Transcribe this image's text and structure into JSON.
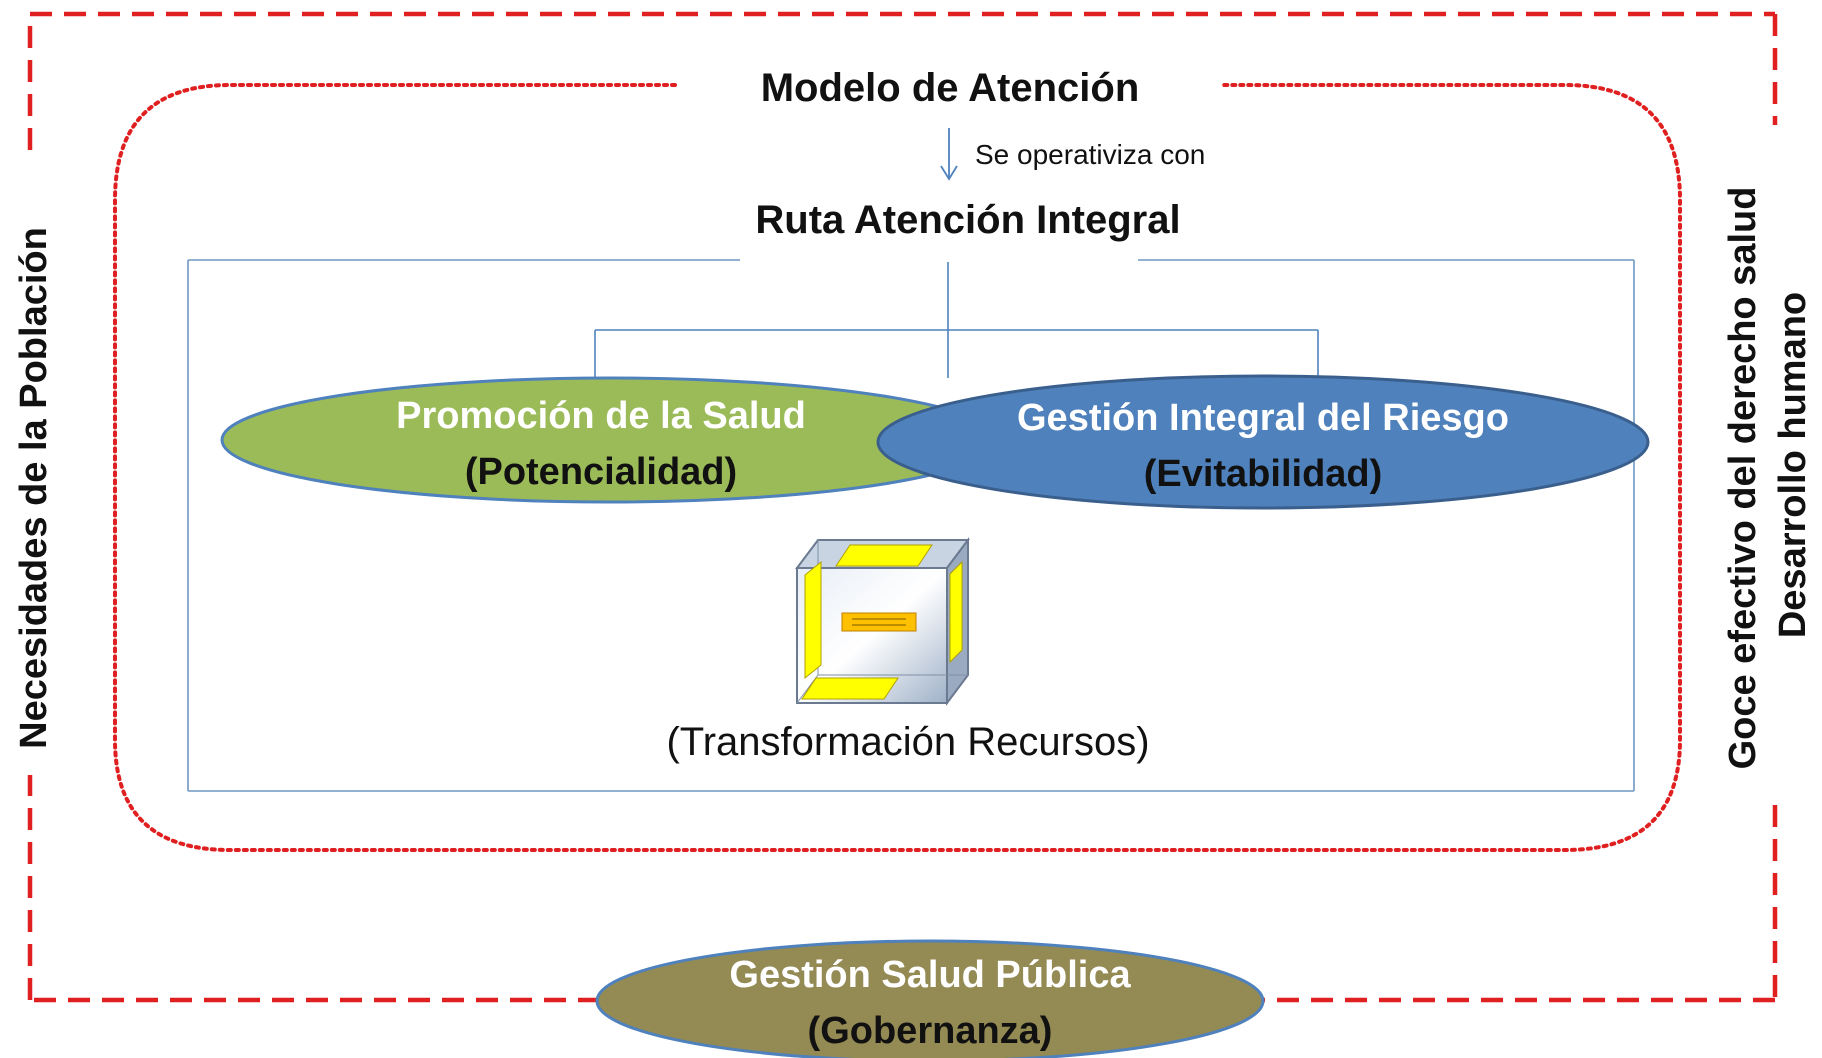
{
  "top": {
    "model_title": "Modelo de Atención",
    "arrow_label": "Se operativiza  con",
    "route_title": "Ruta Atención Integral"
  },
  "left_side": {
    "label": "Necesidades de la Población"
  },
  "right_side": {
    "line1": "Goce efectivo del derecho salud",
    "line2": "Desarrollo humano"
  },
  "ellipses": {
    "promotion": {
      "title": "Promoción de la Salud",
      "subtitle": "(Potencialidad)",
      "fill": "#9bbb59"
    },
    "risk": {
      "title": "Gestión Integral del Riesgo",
      "subtitle": "(Evitabilidad)",
      "fill": "#4f81bd"
    },
    "public_health": {
      "title": "Gestión Salud Pública",
      "subtitle": "(Gobernanza)",
      "fill": "#948a54"
    }
  },
  "cube": {
    "label": "(Transformación Recursos)"
  },
  "colors": {
    "outer_dash": "#e02020",
    "inner_dots": "#e02020",
    "connector": "#4f81bd",
    "panel_face": "#ffff00"
  }
}
